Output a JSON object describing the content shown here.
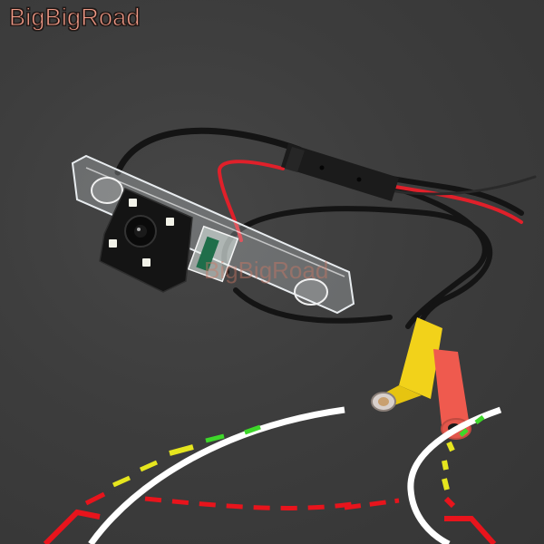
{
  "image": {
    "description": "Product photo of a rear-view car camera mounted in a clear license-plate light housing with 4 LEDs, black cable with red power wire and connector, yellow RCA video plug and red DC power plug, overlaid with dynamic parking guide lines",
    "background_color": "#3d3d3d"
  },
  "watermark": {
    "brand": "BigBigRoad",
    "faint_overlay": "BigBigRoad",
    "color": "#f09b88"
  },
  "product": {
    "camera_leds": 4,
    "plug_colors": {
      "video": "#f2d21a",
      "power": "#ef5a4e"
    },
    "wire_color": "#e0202a"
  },
  "guide_lines": {
    "colors": {
      "near": "#e8141c",
      "middle": "#e6e61e",
      "far": "#3ed82a",
      "trajectory": "#ffffff"
    }
  }
}
